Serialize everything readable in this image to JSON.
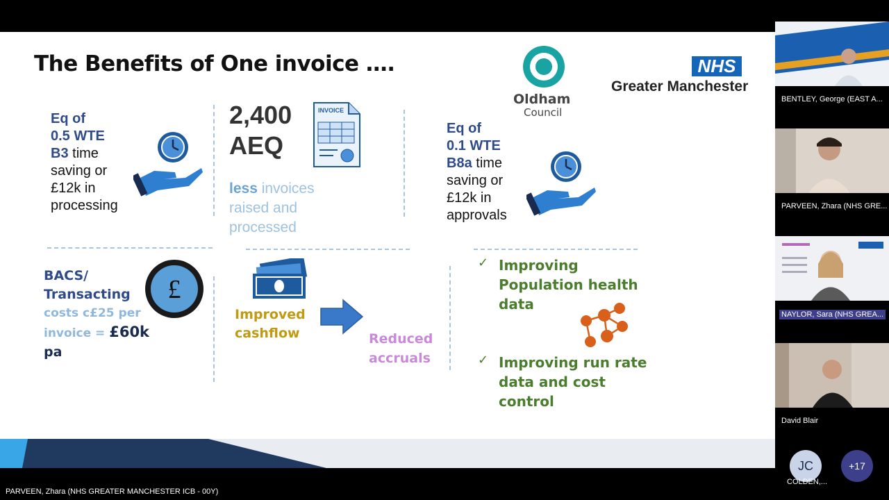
{
  "slide": {
    "title": "The Benefits of One invoice ….",
    "block1": {
      "l1": "Eq of",
      "l2": "0.5 WTE",
      "l3a": "B3",
      "l3b": " time",
      "l4": "saving or",
      "l5": "£12k in",
      "l6": "processing"
    },
    "block2": {
      "big1": "2,400",
      "big2": "AEQ",
      "less_bold": "less",
      "less_rest": " invoices",
      "l2": "raised and",
      "l3": "processed",
      "invoice_label": "INVOICE"
    },
    "block3": {
      "l1": "Eq of",
      "l2": "0.1 WTE",
      "l3a": "B8a",
      "l3b": " time",
      "l4": "saving or",
      "l5": "£12k in",
      "l6": "approvals"
    },
    "block4": {
      "l1": "BACS/",
      "l2": "Transacting",
      "l3": "costs c£25 per",
      "l4a": "invoice = ",
      "l4b": "£60k",
      "l5": "pa",
      "pound": "£"
    },
    "block5": {
      "l1": "Improved",
      "l2": "cashflow"
    },
    "block6": {
      "l1": "Reduced",
      "l2": "accruals"
    },
    "block7": {
      "tick": "✓",
      "l1": "Improving",
      "l2": "Population health",
      "l3": "data"
    },
    "block8": {
      "tick": "✓",
      "l1": "Improving run rate",
      "l2": "data and cost",
      "l3": "control"
    },
    "logos": {
      "nhs": "NHS",
      "gm": "Greater Manchester",
      "oldham": "Oldham",
      "council": "Council"
    },
    "colors": {
      "navy": "#2e4a8a",
      "light_blue": "#9cc2e0",
      "gold": "#c09a10",
      "lilac": "#c88ad8",
      "green": "#4a7d2e",
      "nhs_blue": "#1565b8"
    }
  },
  "participants": [
    {
      "name": "BENTLEY, George (EAST A...",
      "highlighted": false
    },
    {
      "name": "PARVEEN, Zhara (NHS GRE...",
      "highlighted": false
    },
    {
      "name": "NAYLOR, Sara (NHS GREA...",
      "highlighted": true
    },
    {
      "name": "David Blair",
      "highlighted": false
    }
  ],
  "more": {
    "initials": "JC",
    "initials_name": "COLDEN,...",
    "count": "+17"
  },
  "presenter": "PARVEEN, Zhara (NHS GREATER MANCHESTER ICB - 00Y)"
}
